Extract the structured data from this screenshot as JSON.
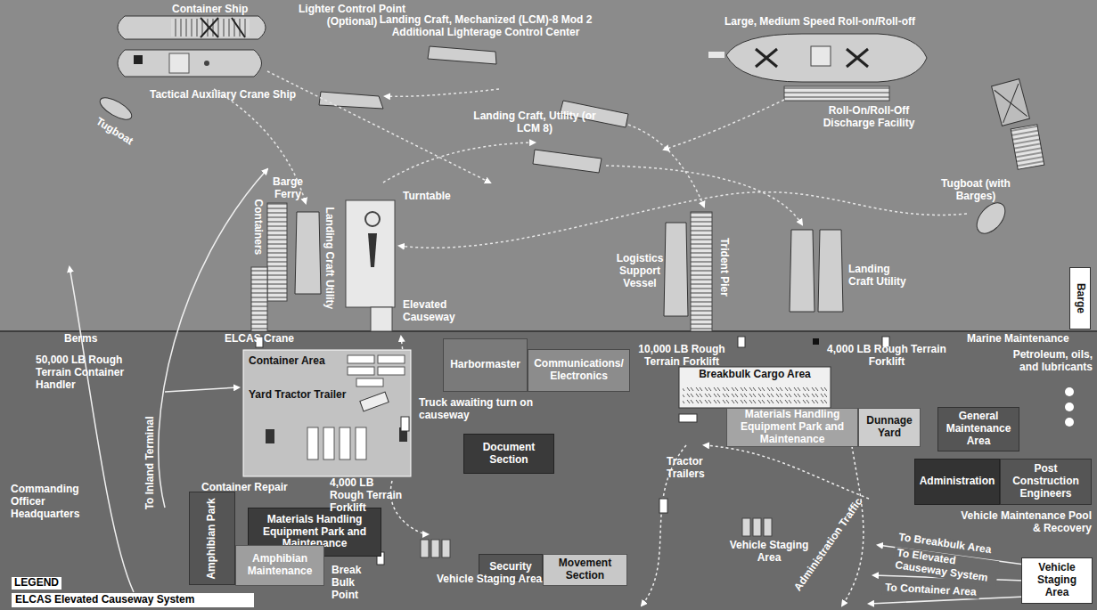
{
  "diagram": {
    "nodes": [
      {
        "text": [
          "Container Area",
          "Yard Tractor Trailer"
        ]
      },
      {
        "text": [
          "Harbormaster"
        ]
      },
      {
        "text": [
          "Communications/ Electronics"
        ]
      },
      {
        "text": [
          "Document Section"
        ]
      },
      {
        "text": [
          "Materials Handling Equipment Park and Maintenance"
        ]
      },
      {
        "text": [
          "Amphibian Park"
        ]
      },
      {
        "text": [
          "Amphibian Maintenance"
        ]
      },
      {
        "text": [
          "Security"
        ]
      },
      {
        "text": [
          "Movement Section"
        ]
      },
      {
        "text": [
          "Breakbulk Cargo Area"
        ]
      },
      {
        "text": [
          "Materials Handling Equipment Park and Maintenance"
        ]
      },
      {
        "text": [
          "Dunnage Yard"
        ]
      },
      {
        "text": [
          "General Maintenance Area"
        ]
      },
      {
        "text": [
          "Administration"
        ]
      },
      {
        "text": [
          "Post Construction Engineers"
        ]
      },
      {
        "text": [
          "Vehicle Staging Area"
        ]
      },
      {
        "text": [
          "Barge"
        ]
      }
    ],
    "labels": [
      "Container Ship",
      "Lighter Control Point (Optional)",
      "Landing Craft, Mechanized (LCM)-8 Mod 2 Additional Lighterage Control Center",
      "Large, Medium Speed Roll-on/Roll-off",
      "Tugboat",
      "Tactical Auxiliary Crane Ship",
      "Roll-On/Roll-Off Discharge Facility",
      "Landing Craft, Utility (or LCM 8)",
      "Turntable",
      "Tugboat (with Barges)",
      "Barge Ferry",
      "Landing Craft Utility",
      "Containers",
      "Trident Pier",
      "Logistics Support Vessel",
      "Landing Craft Utility",
      "Elevated Causeway",
      "Berms",
      "50,000 LB Rough Terrain Container Handler",
      "ELCAS Crane",
      "10,000 LB Rough Terrain Forklift",
      "4,000 LB Rough Terrain Forklift",
      "Marine Maintenance",
      "Petroleum, oils, and lubricants",
      "Truck awaiting turn on causeway",
      "To Inland Terminal",
      "Commanding Officer Headquarters",
      "Container Repair",
      "4,000 LB Rough Terrain Forklift",
      "Tractor Trailers",
      "Vehicle Maintenance Pool & Recovery",
      "Administration Traffic",
      "Break Bulk Point",
      "Vehicle Staging Area",
      "Vehicle Staging Area",
      "To Breakbulk Area",
      "To Elevated Causeway System",
      "To Container Area",
      "LEGEND"
    ],
    "legend": [
      {
        "text": "ELCAS Elevated Causeway System"
      }
    ]
  }
}
